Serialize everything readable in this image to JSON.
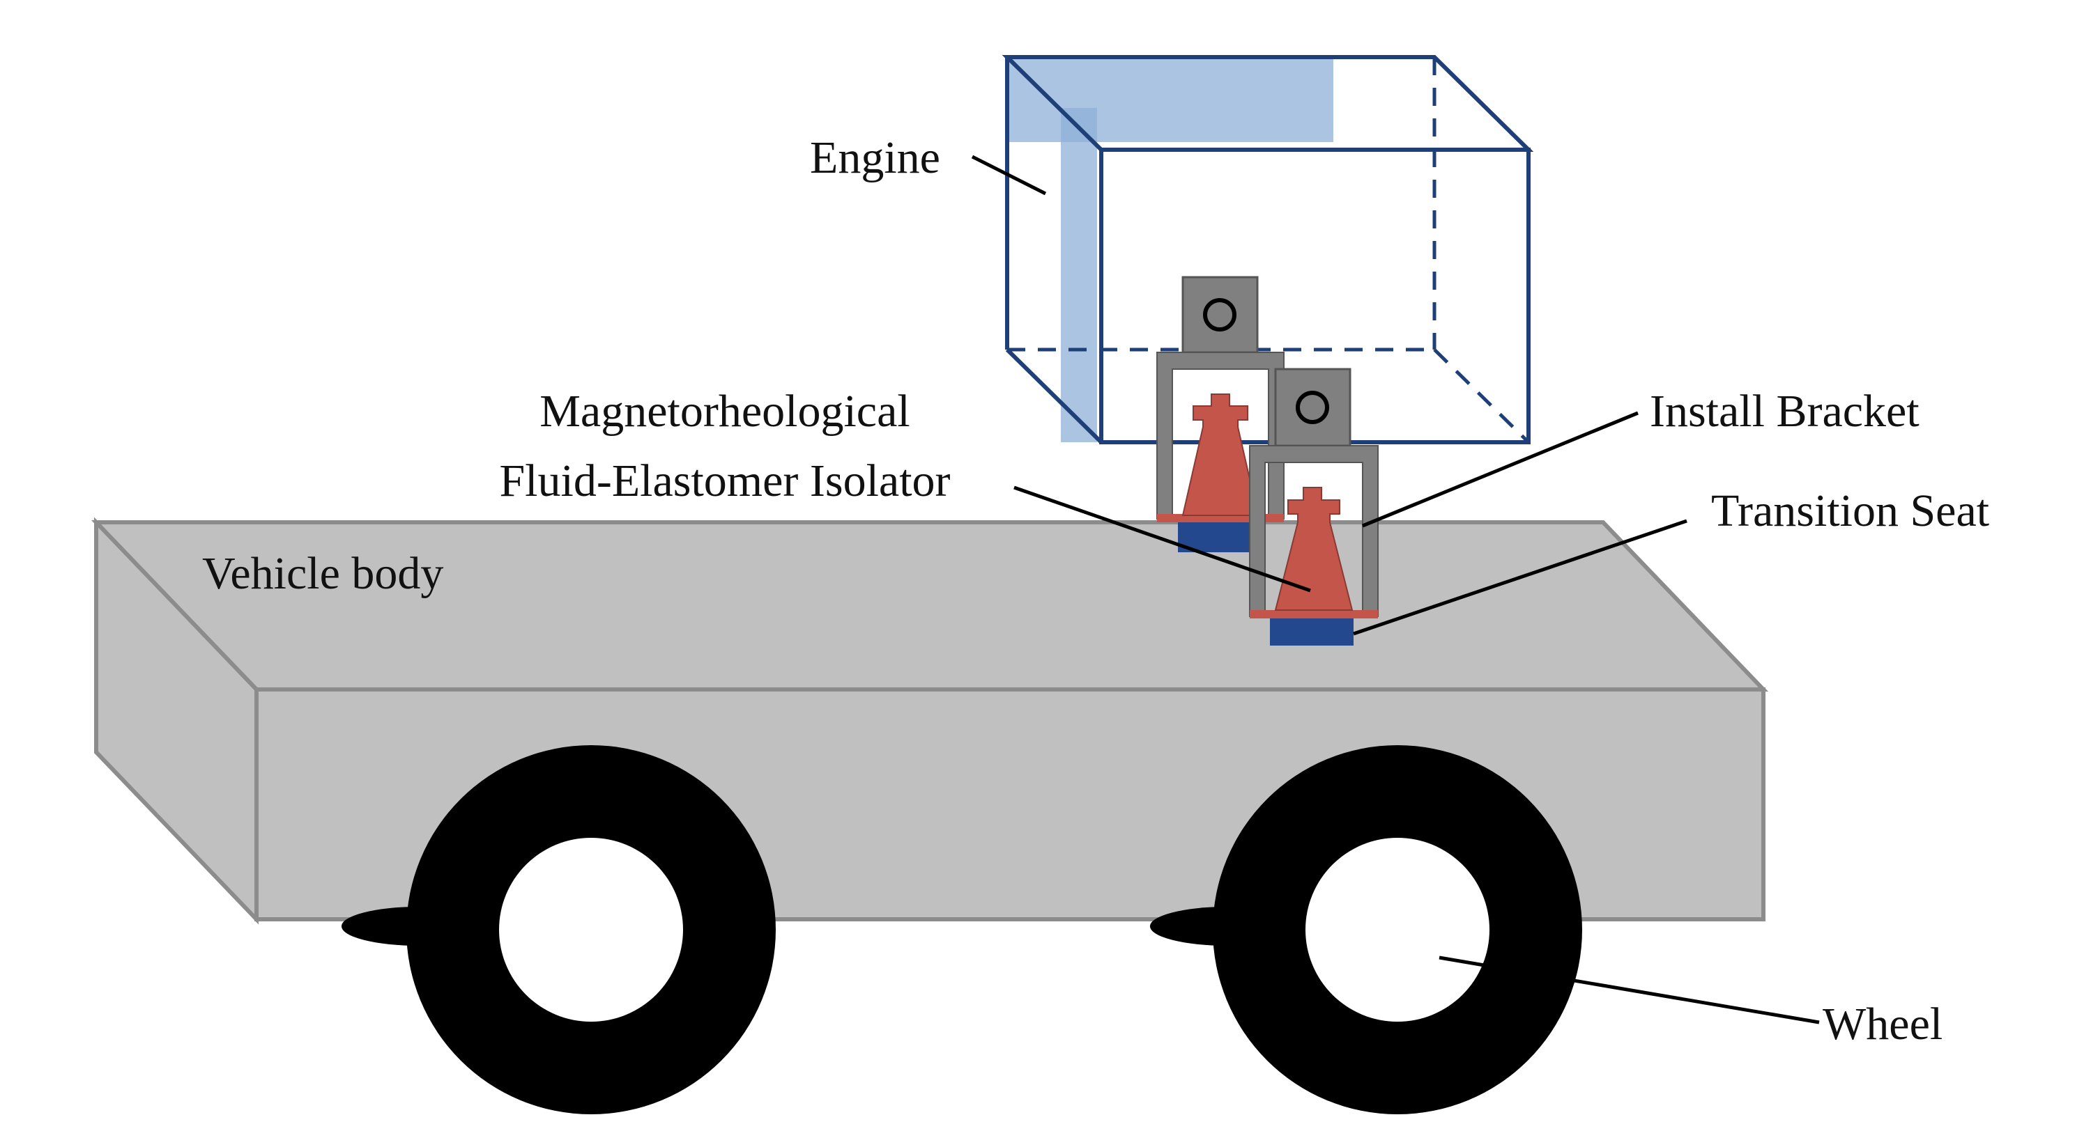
{
  "labels": {
    "engine": "Engine",
    "isolator_line1": "Magnetorheological",
    "isolator_line2": "Fluid-Elastomer Isolator",
    "vehicle_body": "Vehicle body",
    "install_bracket": "Install Bracket",
    "transition_seat": "Transition Seat",
    "wheel": "Wheel"
  },
  "colors": {
    "vehicle_body": "#c0c0c0",
    "vehicle_body_edge": "#8c8c8c",
    "engine_edge": "#1f3f78",
    "engine_face": "#8fb0d8",
    "isolator": "#c4554a",
    "transition_seat": "#23488e",
    "bracket": "#808080",
    "wheel": "#000000"
  }
}
